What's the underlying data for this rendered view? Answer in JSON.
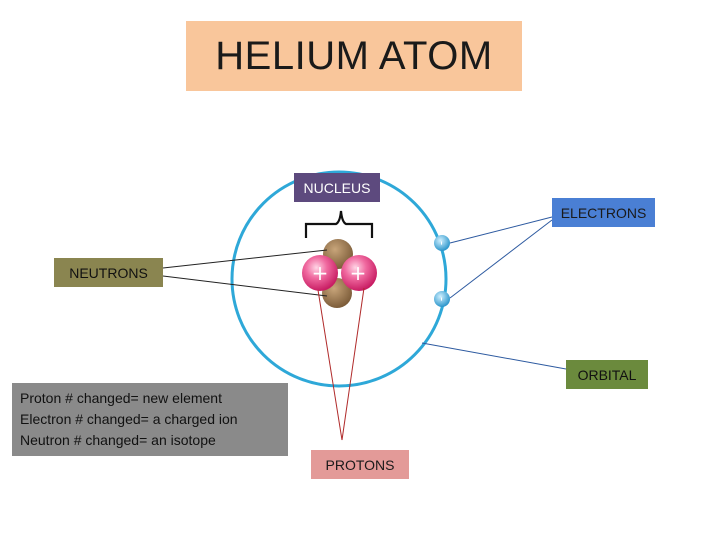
{
  "title": "HELIUM ATOM",
  "labels": {
    "nucleus": "NUCLEUS",
    "electrons": "ELECTRONS",
    "neutrons": "NEUTRONS",
    "orbital": "ORBITAL",
    "protons": "PROTONS"
  },
  "facts": [
    "Proton # changed= new element",
    "Electron # changed= a charged ion",
    "Neutron # changed= an isotope"
  ],
  "symbols": {
    "proton": "+",
    "electron": "-"
  },
  "colors": {
    "title_bg": "#f9c69b",
    "orbit": "#2ea8d8",
    "proton": "#e0307a",
    "neutron": "#9a7a52",
    "nucleus_label": "#5d4a7e",
    "electrons_label": "#4a7fd4",
    "neutrons_label": "#8a8550",
    "orbital_label": "#6b8a3d",
    "protons_label": "#e39a98",
    "facts_bg": "#8a8a8a"
  }
}
